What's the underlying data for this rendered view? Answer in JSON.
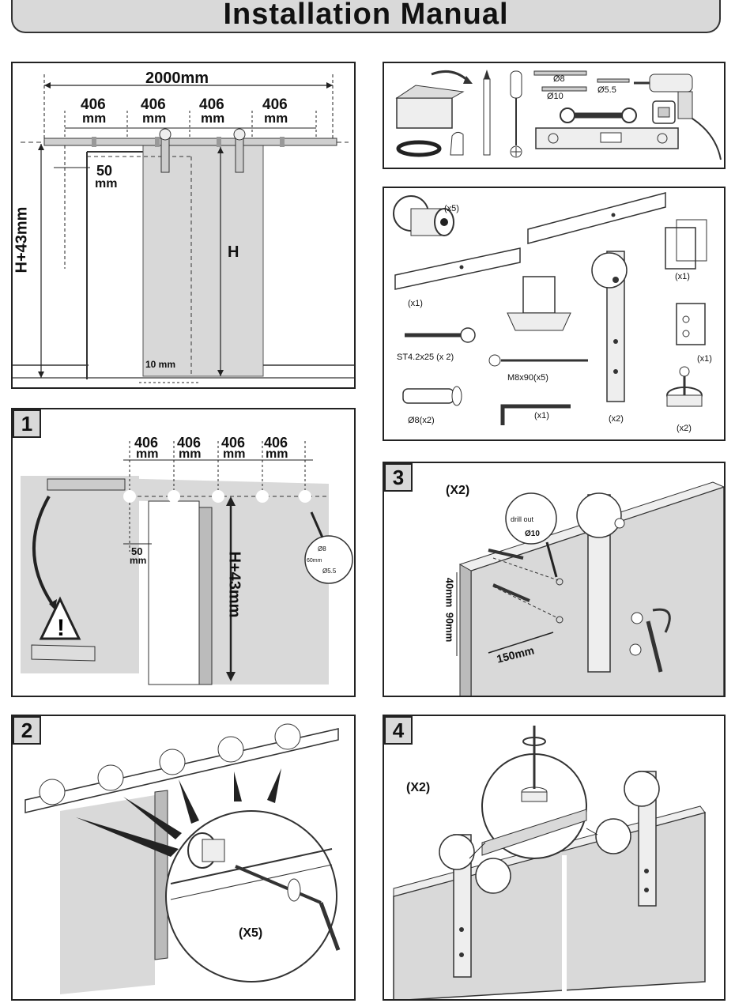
{
  "title": "Installation Manual",
  "dimensions": {
    "total_width": "2000mm",
    "spacing_value": "406",
    "spacing_unit": "mm",
    "offset_value": "50",
    "offset_unit": "mm",
    "height_label": "H+43mm",
    "door_height": "H",
    "floor_gap": "10 mm"
  },
  "tools": {
    "drill_bit_1": "Ø8",
    "drill_bit_2": "Ø10",
    "drill_bit_3": "Ø5.5"
  },
  "parts": {
    "spacer_qty": "(x5)",
    "rail_qty": "(x1)",
    "guide_qty": "(x1)",
    "stopper_qty": "(x1)",
    "screw_label": "ST4.2x25 (x 2)",
    "bolt_label": "M8x90(x5)",
    "anchor_label": "Ø8(x2)",
    "wrench_qty": "(x1)",
    "hanger_qty": "(x2)",
    "roller_stop_qty": "(x2)"
  },
  "steps": {
    "s1": {
      "number": "1",
      "spacing_value": "406",
      "spacing_unit": "mm",
      "offset_value": "50",
      "offset_unit": "mm",
      "height_label": "H+43mm",
      "inset_1": "Ø8",
      "inset_2": "Ø5.5",
      "inset_3": "60mm"
    },
    "s2": {
      "number": "2",
      "qty": "(X5)"
    },
    "s3": {
      "number": "3",
      "qty": "(X2)",
      "dim_1": "40mm",
      "dim_2": "90mm",
      "dim_3": "150mm",
      "inset_1": "drill out",
      "inset_2": "Ø10"
    },
    "s4": {
      "number": "4",
      "qty": "(X2)"
    }
  }
}
